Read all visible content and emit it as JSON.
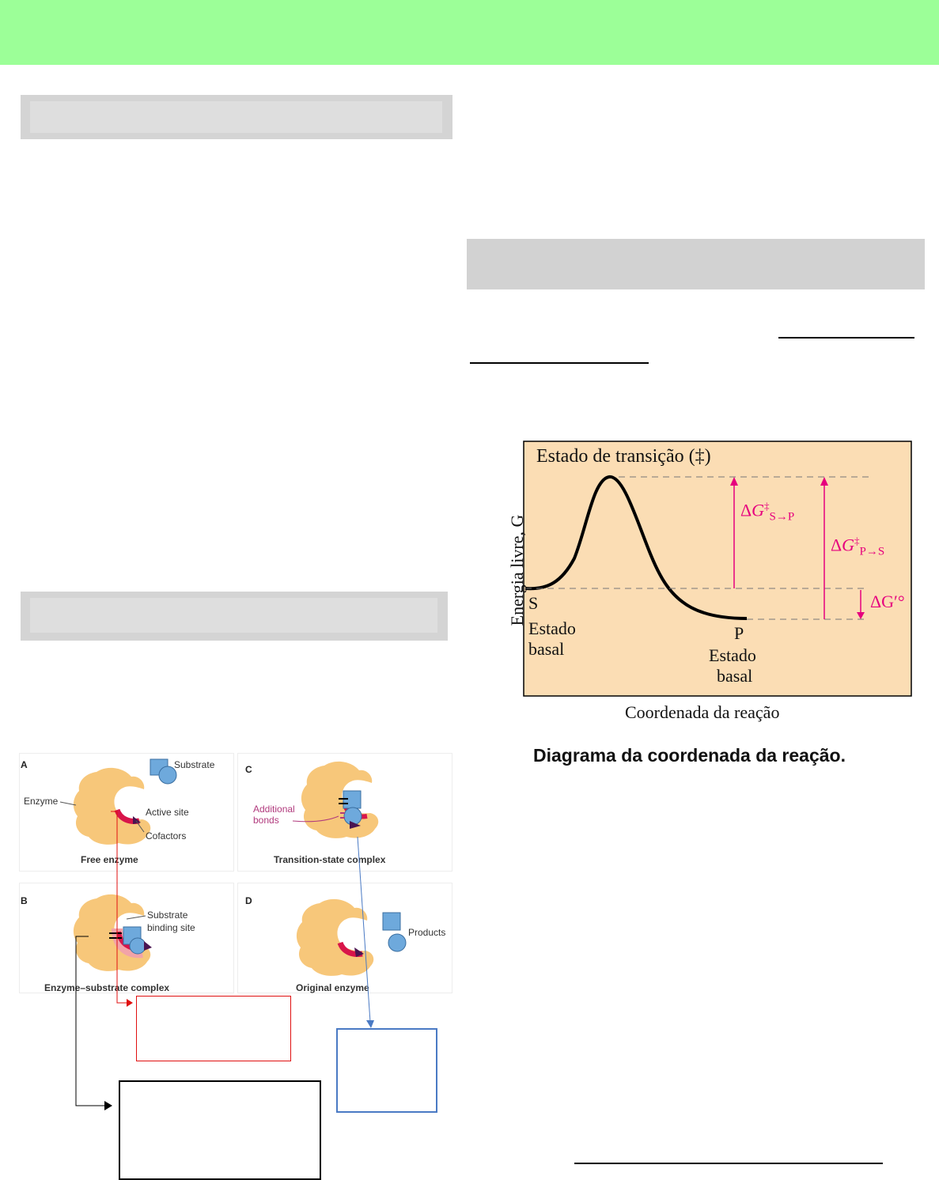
{
  "enzyme_figure": {
    "panels": [
      {
        "letter": "A",
        "caption": "Free enzyme"
      },
      {
        "letter": "B",
        "caption": "Enzyme–substrate complex"
      },
      {
        "letter": "C",
        "caption": "Transition-state complex"
      },
      {
        "letter": "D",
        "caption": "Original enzyme"
      }
    ],
    "labels": {
      "substrate": "Substrate",
      "enzyme": "Enzyme",
      "active_site": "Active site",
      "cofactors": "Cofactors",
      "additional_bonds_1": "Additional",
      "additional_bonds_2": "bonds",
      "binding_site_1": "Substrate",
      "binding_site_2": "binding site",
      "products": "Products"
    },
    "colors": {
      "enzyme_fill": "#f7c77a",
      "substrate_fill": "#6ea9dc",
      "cofactor": "#d8154a",
      "additional_bonds": "#b13a7d"
    }
  },
  "energy_diagram": {
    "transition_state": "Estado de transição (‡)",
    "y_axis": "Energia livre, G",
    "x_axis": "Coordenada da reação",
    "dg_s_to_p_sub": "S→P",
    "dg_p_to_s_sub": "P→S",
    "dg_standard": "ΔG′°",
    "s_label": "S",
    "s_state_1": "Estado",
    "s_state_2": "basal",
    "p_label": "P",
    "p_state_1": "Estado",
    "p_state_2": "basal",
    "caption": "Diagrama da coordenada da reação.",
    "colors": {
      "background": "#fbddb4",
      "arrows": "#e6007e",
      "curve": "#000000"
    }
  }
}
